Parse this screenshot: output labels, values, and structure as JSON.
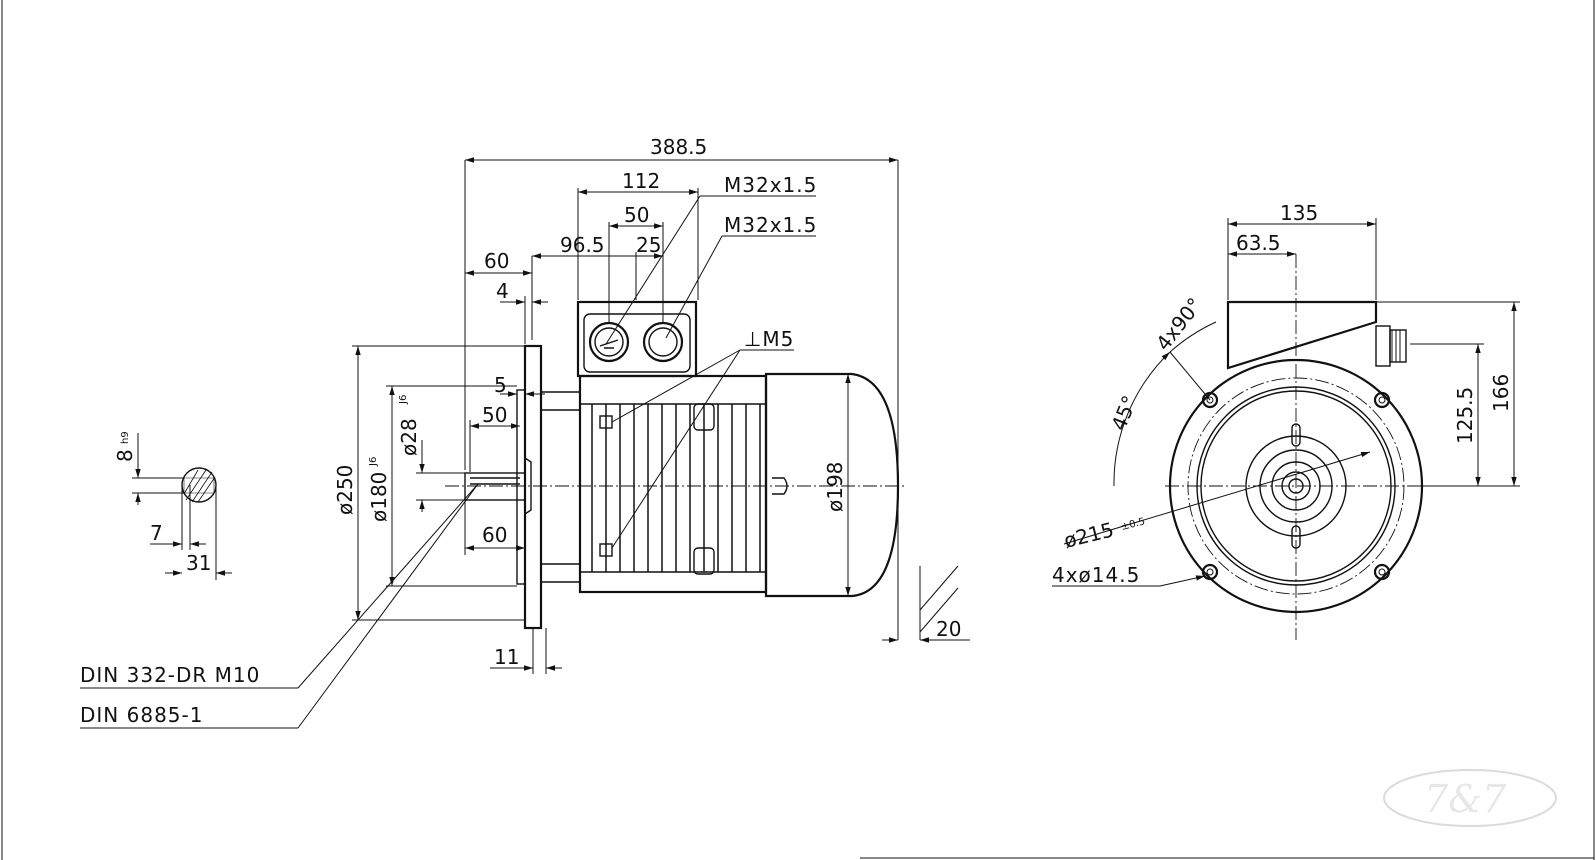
{
  "drawing": {
    "side_view": {
      "overall_length": "388.5",
      "terminal_box_width": "112",
      "gland_spacing": "50",
      "terminal_box_offset": "96.5",
      "gland_offset": "25",
      "flange_offset": "60",
      "flange_thickness": "4",
      "spigot_depth": "5",
      "shaft_key_length": "50",
      "shaft_length": "60",
      "flange_gap": "11",
      "foot_dim": "20",
      "cable_gland_1": "M32x1.5",
      "cable_gland_2": "M32x1.5",
      "earth_screw": "⊥M5",
      "flange_diameter": "ø250",
      "spigot_diameter": "ø180",
      "spigot_fit": "J6",
      "shaft_diameter": "ø28",
      "shaft_fit": "J6",
      "housing_diameter": "ø198",
      "centre_hole_std": "DIN 332-DR M10",
      "key_std": "DIN 6885-1"
    },
    "key_section": {
      "key_width": "8",
      "key_fit": "h9",
      "key_depth": "7",
      "shaft_height": "31"
    },
    "end_view": {
      "box_width": "135",
      "box_offset": "63.5",
      "hole_angle_spacing": "4x90°",
      "hole_angle_start": "45°",
      "bolt_circle": "ø215",
      "bolt_circle_tol": "±0.5",
      "holes": "4xø14.5",
      "gland_height": "125.5",
      "box_height": "166"
    },
    "logo": "7&7"
  }
}
